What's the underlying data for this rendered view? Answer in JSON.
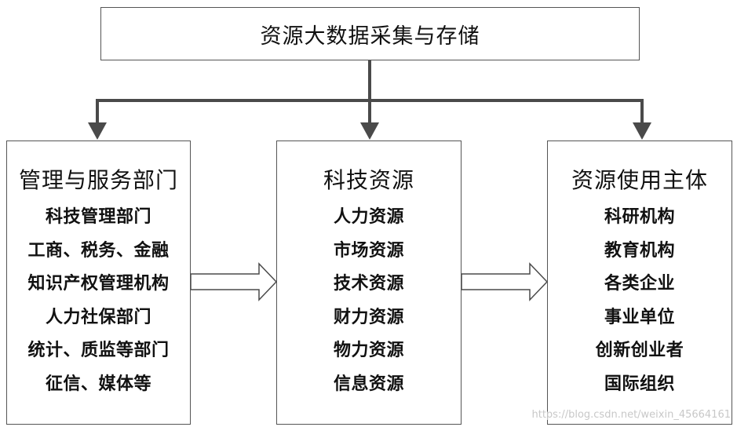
{
  "top": {
    "title": "资源大数据采集与存储"
  },
  "columns": [
    {
      "title": "管理与服务部门",
      "items": [
        "科技管理部门",
        "工商、税务、金融",
        "知识产权管理机构",
        "人力社保部门",
        "统计、质监等部门",
        "征信、媒体等"
      ]
    },
    {
      "title": "科技资源",
      "items": [
        "人力资源",
        "市场资源",
        "技术资源",
        "财力资源",
        "物力资源",
        "信息资源"
      ]
    },
    {
      "title": "资源使用主体",
      "items": [
        "科研机构",
        "教育机构",
        "各类企业",
        "事业单位",
        "创新创业者",
        "国际组织"
      ]
    }
  ],
  "watermark": "https://blog.csdn.net/weixin_45664161",
  "colors": {
    "border": "#555555",
    "arrow": "#4a4a4a",
    "text": "#111111",
    "watermark": "#c8c8c8"
  }
}
